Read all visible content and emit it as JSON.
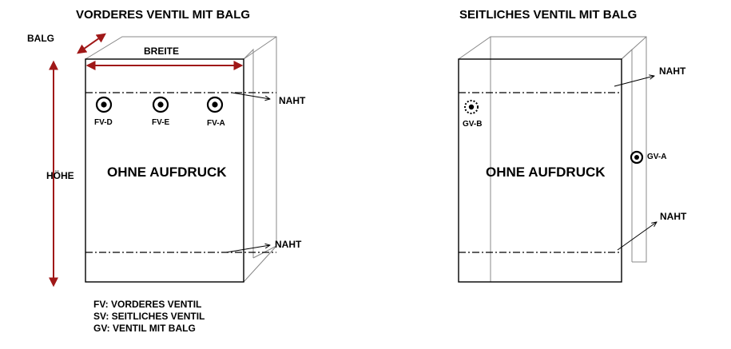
{
  "left": {
    "title": "VORDERES VENTIL MIT BALG",
    "balg_label": "BALG",
    "breite_label": "BREITE",
    "hoehe_label": "HÖHE",
    "naht_top": "NAHT",
    "naht_bottom": "NAHT",
    "valves": [
      "FV-D",
      "FV-E",
      "FV-A"
    ],
    "center_text": "OHNE AUFDRUCK"
  },
  "right": {
    "title": "SEITLICHES VENTIL MIT BALG",
    "naht_top": "NAHT",
    "naht_bottom": "NAHT",
    "valve_b": "GV-B",
    "valve_a": "GV-A",
    "center_text": "OHNE AUFDRUCK"
  },
  "legend": [
    "FV: VORDERES VENTIL",
    "SV: SEITLICHES VENTIL",
    "GV: VENTIL MIT BALG"
  ],
  "colors": {
    "dimension_arrow": "#a01818",
    "line": "#000000",
    "box_edge": "#888888"
  }
}
